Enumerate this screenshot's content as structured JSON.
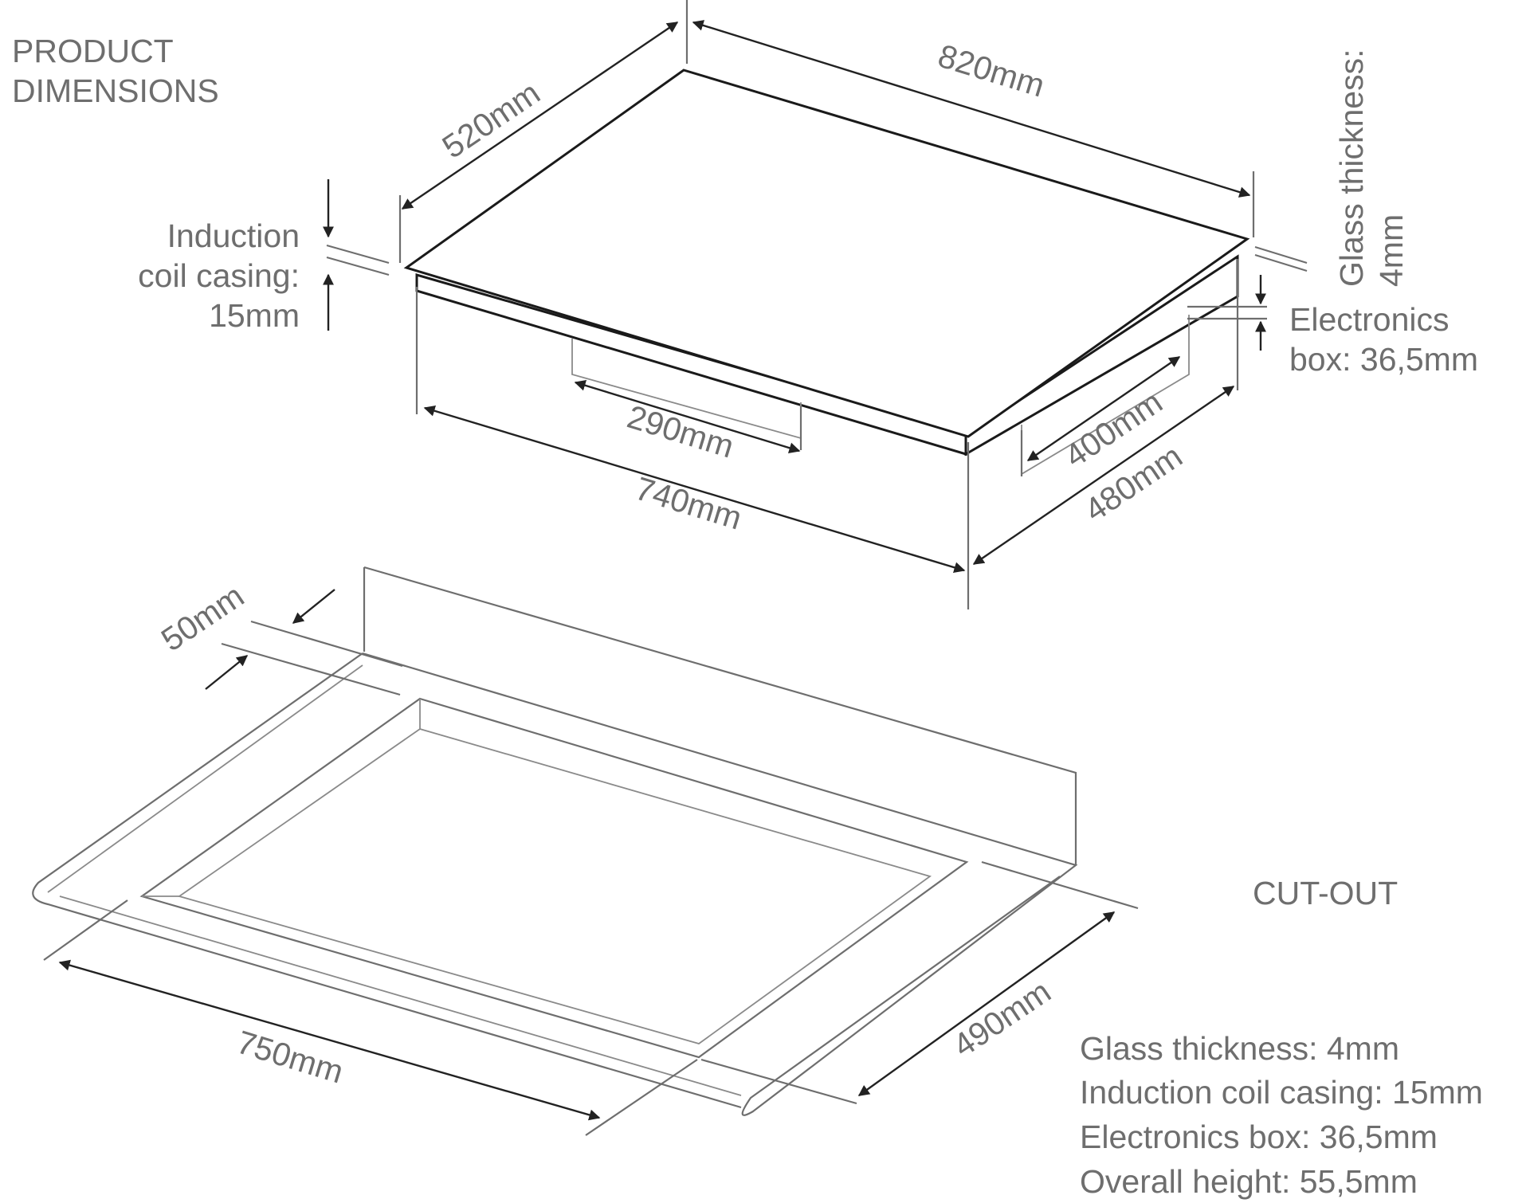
{
  "colors": {
    "text": "#6e6e6e",
    "outline": "#1a1a1a",
    "arrow": "#222222"
  },
  "headings": {
    "product_line1": "PRODUCT",
    "product_line2": "DIMENSIONS",
    "cutout": "CUT-OUT"
  },
  "hob": {
    "depth": "520mm",
    "width": "820mm",
    "casing_width": "740mm",
    "casing_depth": "480mm",
    "box_width": "290mm",
    "box_depth": "400mm",
    "coil_line1": "Induction",
    "coil_line2": "coil casing:",
    "coil_line3": "15mm",
    "glass_line1": "Glass thickness:",
    "glass_line2": "4mm",
    "electronics_line1": "Electronics",
    "electronics_line2": "box: 36,5mm"
  },
  "cutout": {
    "back_margin": "50mm",
    "width": "750mm",
    "depth": "490mm"
  },
  "specs": [
    "Glass thickness: 4mm",
    "Induction coil casing: 15mm",
    "Electronics box: 36,5mm",
    "Overall height: 55,5mm"
  ]
}
